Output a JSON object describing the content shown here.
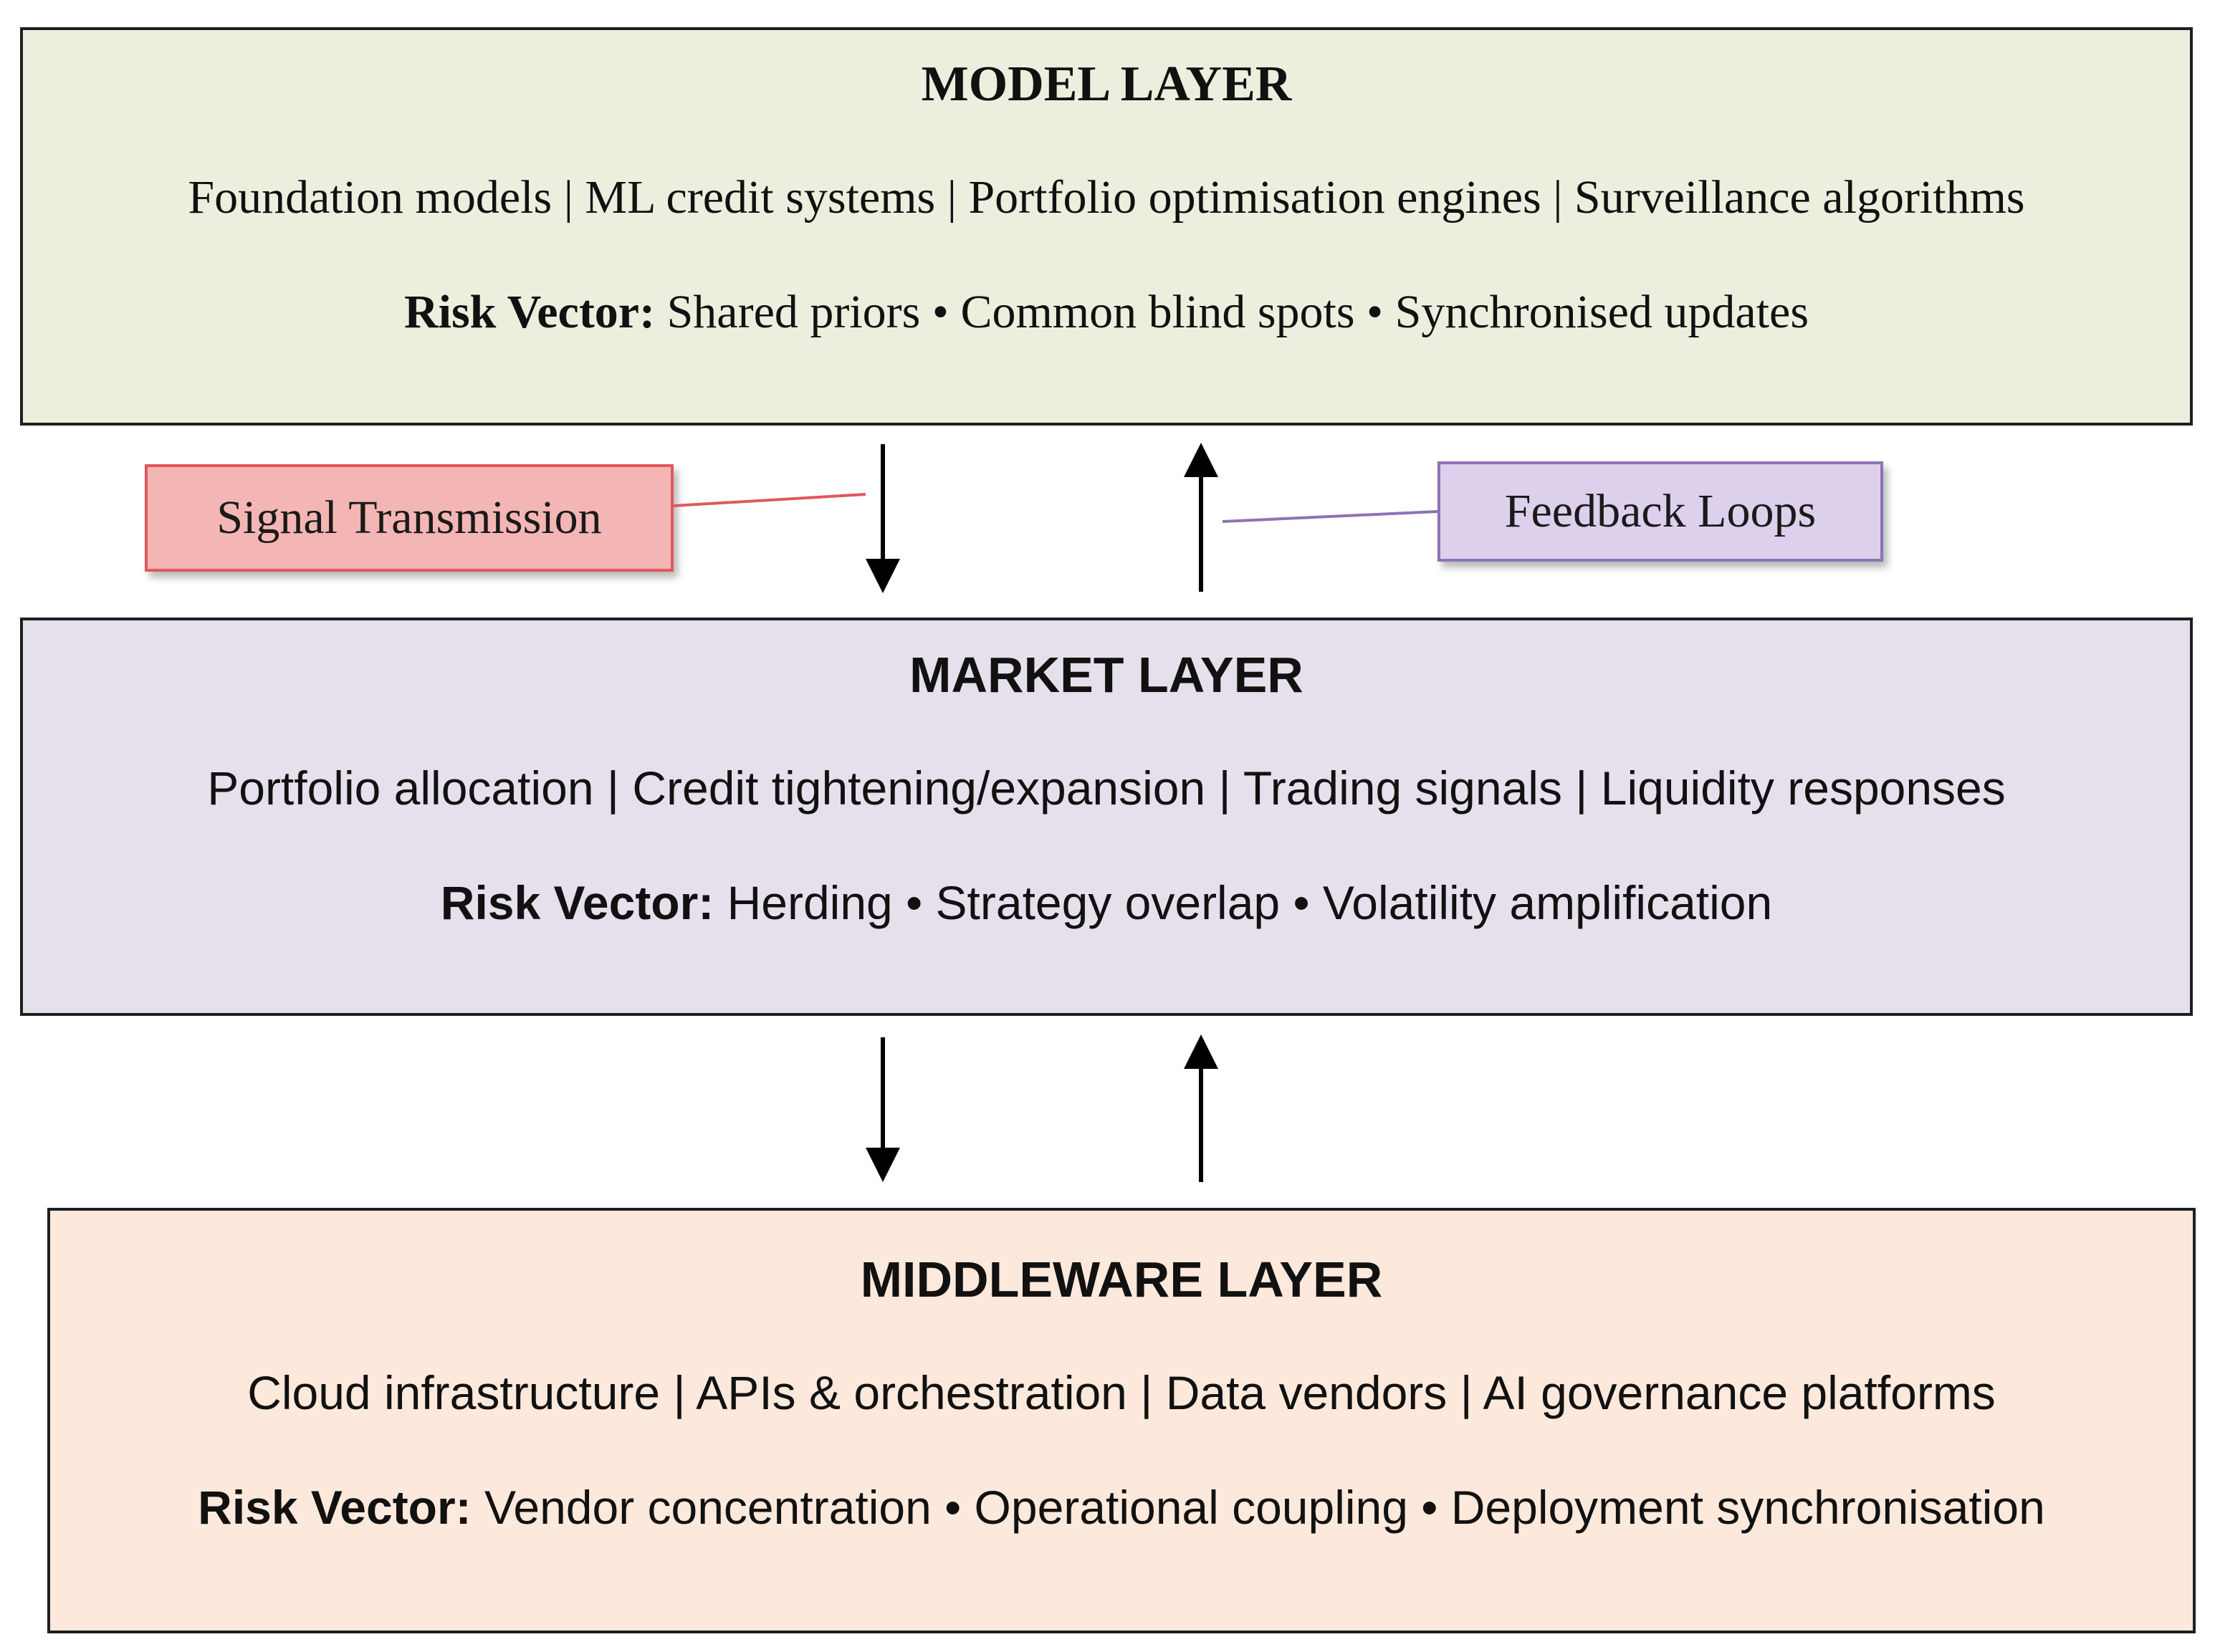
{
  "colors": {
    "model_fill": "#ebf0de",
    "market_fill": "#e6e0ec",
    "middleware_fill": "#fce9dc",
    "signal_fill": "#f4b6b4",
    "signal_border": "#e0585b",
    "feedback_fill": "#ddd0ec",
    "feedback_border": "#8e73b5",
    "arrow": "#000000"
  },
  "layers": {
    "model": {
      "title": "MODEL LAYER",
      "items": "Foundation models | ML credit systems | Portfolio optimisation engines | Surveillance algorithms",
      "risk_label": "Risk Vector:",
      "risk_text": " Shared priors • Common blind spots • Synchronised updates"
    },
    "market": {
      "title": "MARKET LAYER",
      "items": "Portfolio allocation | Credit tightening/expansion | Trading signals | Liquidity responses",
      "risk_label": "Risk Vector:",
      "risk_text": " Herding • Strategy overlap • Volatility amplification"
    },
    "middleware": {
      "title": "MIDDLEWARE LAYER",
      "items": "Cloud infrastructure | APIs & orchestration | Data vendors | AI governance platforms",
      "risk_label": "Risk Vector:",
      "risk_text": " Vendor concentration • Operational coupling • Deployment synchronisation"
    }
  },
  "callouts": {
    "signal": "Signal Transmission",
    "feedback": "Feedback Loops"
  },
  "arrows": [
    {
      "name": "model-to-market-arrow",
      "direction": "down"
    },
    {
      "name": "market-to-model-arrow",
      "direction": "up"
    },
    {
      "name": "market-to-middleware-arrow",
      "direction": "down"
    },
    {
      "name": "middleware-to-market-arrow",
      "direction": "up"
    }
  ]
}
